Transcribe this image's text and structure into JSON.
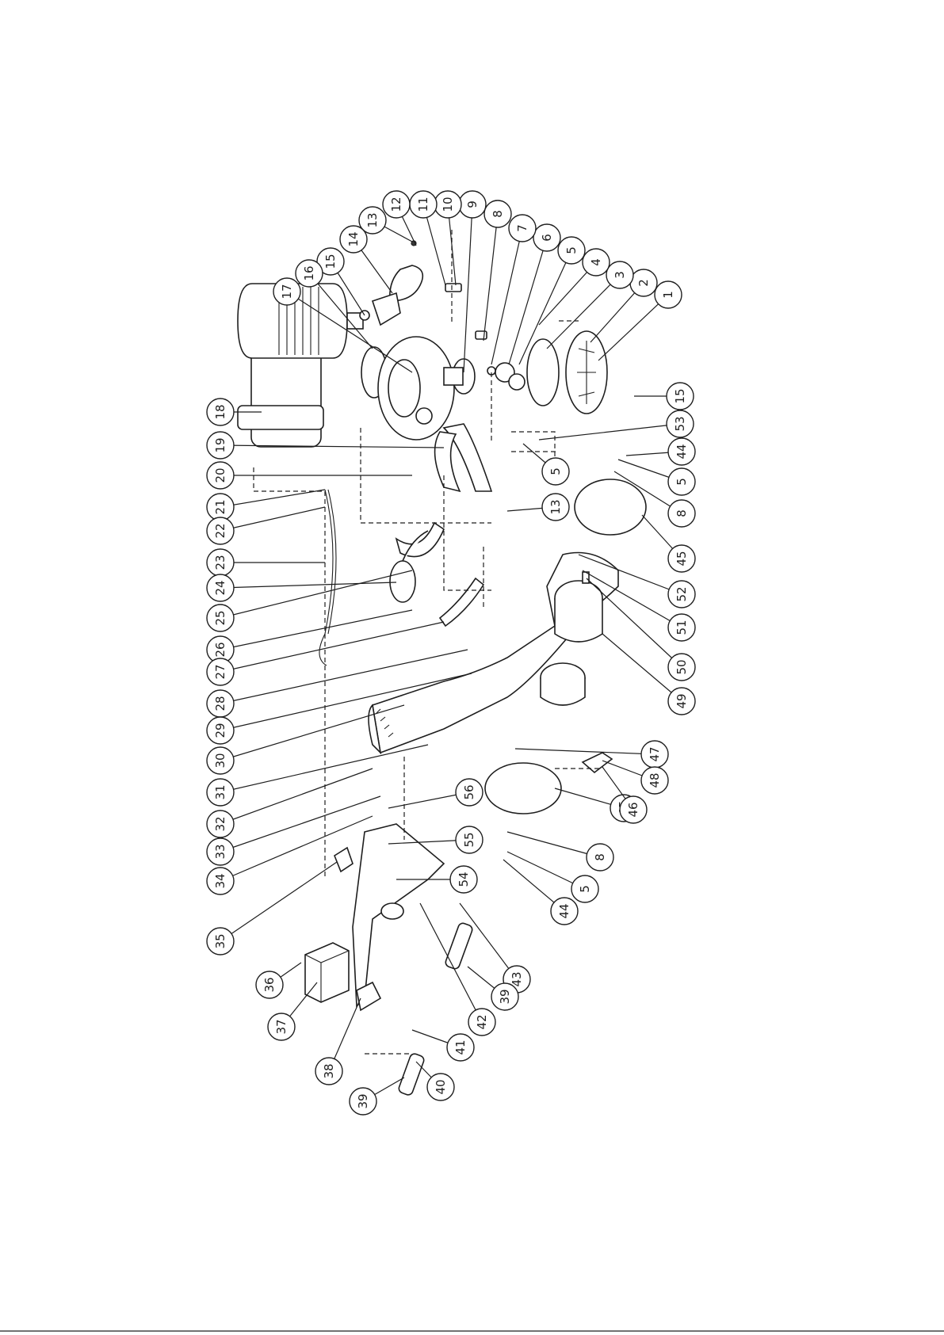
{
  "callouts": [
    {
      "id": "c1",
      "label": "1"
    },
    {
      "id": "c2",
      "label": "2"
    },
    {
      "id": "c3",
      "label": "3"
    },
    {
      "id": "c4",
      "label": "4"
    },
    {
      "id": "c5a",
      "label": "5"
    },
    {
      "id": "c6",
      "label": "6"
    },
    {
      "id": "c7",
      "label": "7"
    },
    {
      "id": "c8a",
      "label": "8"
    },
    {
      "id": "c9",
      "label": "9"
    },
    {
      "id": "c10",
      "label": "10"
    },
    {
      "id": "c11",
      "label": "11"
    },
    {
      "id": "c12",
      "label": "12"
    },
    {
      "id": "c13a",
      "label": "13"
    },
    {
      "id": "c14",
      "label": "14"
    },
    {
      "id": "c15a",
      "label": "15"
    },
    {
      "id": "c16",
      "label": "16"
    },
    {
      "id": "c17",
      "label": "17"
    },
    {
      "id": "c18",
      "label": "18"
    },
    {
      "id": "c19",
      "label": "19"
    },
    {
      "id": "c20",
      "label": "20"
    },
    {
      "id": "c21",
      "label": "21"
    },
    {
      "id": "c22",
      "label": "22"
    },
    {
      "id": "c23",
      "label": "23"
    },
    {
      "id": "c24",
      "label": "24"
    },
    {
      "id": "c25",
      "label": "25"
    },
    {
      "id": "c26",
      "label": "26"
    },
    {
      "id": "c27",
      "label": "27"
    },
    {
      "id": "c28",
      "label": "28"
    },
    {
      "id": "c29",
      "label": "29"
    },
    {
      "id": "c30",
      "label": "30"
    },
    {
      "id": "c31",
      "label": "31"
    },
    {
      "id": "c32",
      "label": "32"
    },
    {
      "id": "c33",
      "label": "33"
    },
    {
      "id": "c34",
      "label": "34"
    },
    {
      "id": "c35",
      "label": "35"
    },
    {
      "id": "c36",
      "label": "36"
    },
    {
      "id": "c37",
      "label": "37"
    },
    {
      "id": "c38",
      "label": "38"
    },
    {
      "id": "c39a",
      "label": "39"
    },
    {
      "id": "c40",
      "label": "40"
    },
    {
      "id": "c41",
      "label": "41"
    },
    {
      "id": "c42",
      "label": "42"
    },
    {
      "id": "c43",
      "label": "43"
    },
    {
      "id": "c39b",
      "label": "39"
    },
    {
      "id": "c44a",
      "label": "44"
    },
    {
      "id": "c5b",
      "label": "5"
    },
    {
      "id": "c8b",
      "label": "8"
    },
    {
      "id": "c45a",
      "label": "45"
    },
    {
      "id": "c46",
      "label": "46"
    },
    {
      "id": "c47",
      "label": "47"
    },
    {
      "id": "c48",
      "label": "48"
    },
    {
      "id": "c49",
      "label": "49"
    },
    {
      "id": "c50",
      "label": "50"
    },
    {
      "id": "c51",
      "label": "51"
    },
    {
      "id": "c52",
      "label": "52"
    },
    {
      "id": "c45b",
      "label": "45"
    },
    {
      "id": "c8c",
      "label": "8"
    },
    {
      "id": "c5c",
      "label": "5"
    },
    {
      "id": "c44b",
      "label": "44"
    },
    {
      "id": "c53",
      "label": "53"
    },
    {
      "id": "c5d",
      "label": "5"
    },
    {
      "id": "c15b",
      "label": "15"
    },
    {
      "id": "c13b",
      "label": "13"
    },
    {
      "id": "c54",
      "label": "54"
    },
    {
      "id": "c55",
      "label": "55"
    },
    {
      "id": "c56",
      "label": "56"
    }
  ]
}
